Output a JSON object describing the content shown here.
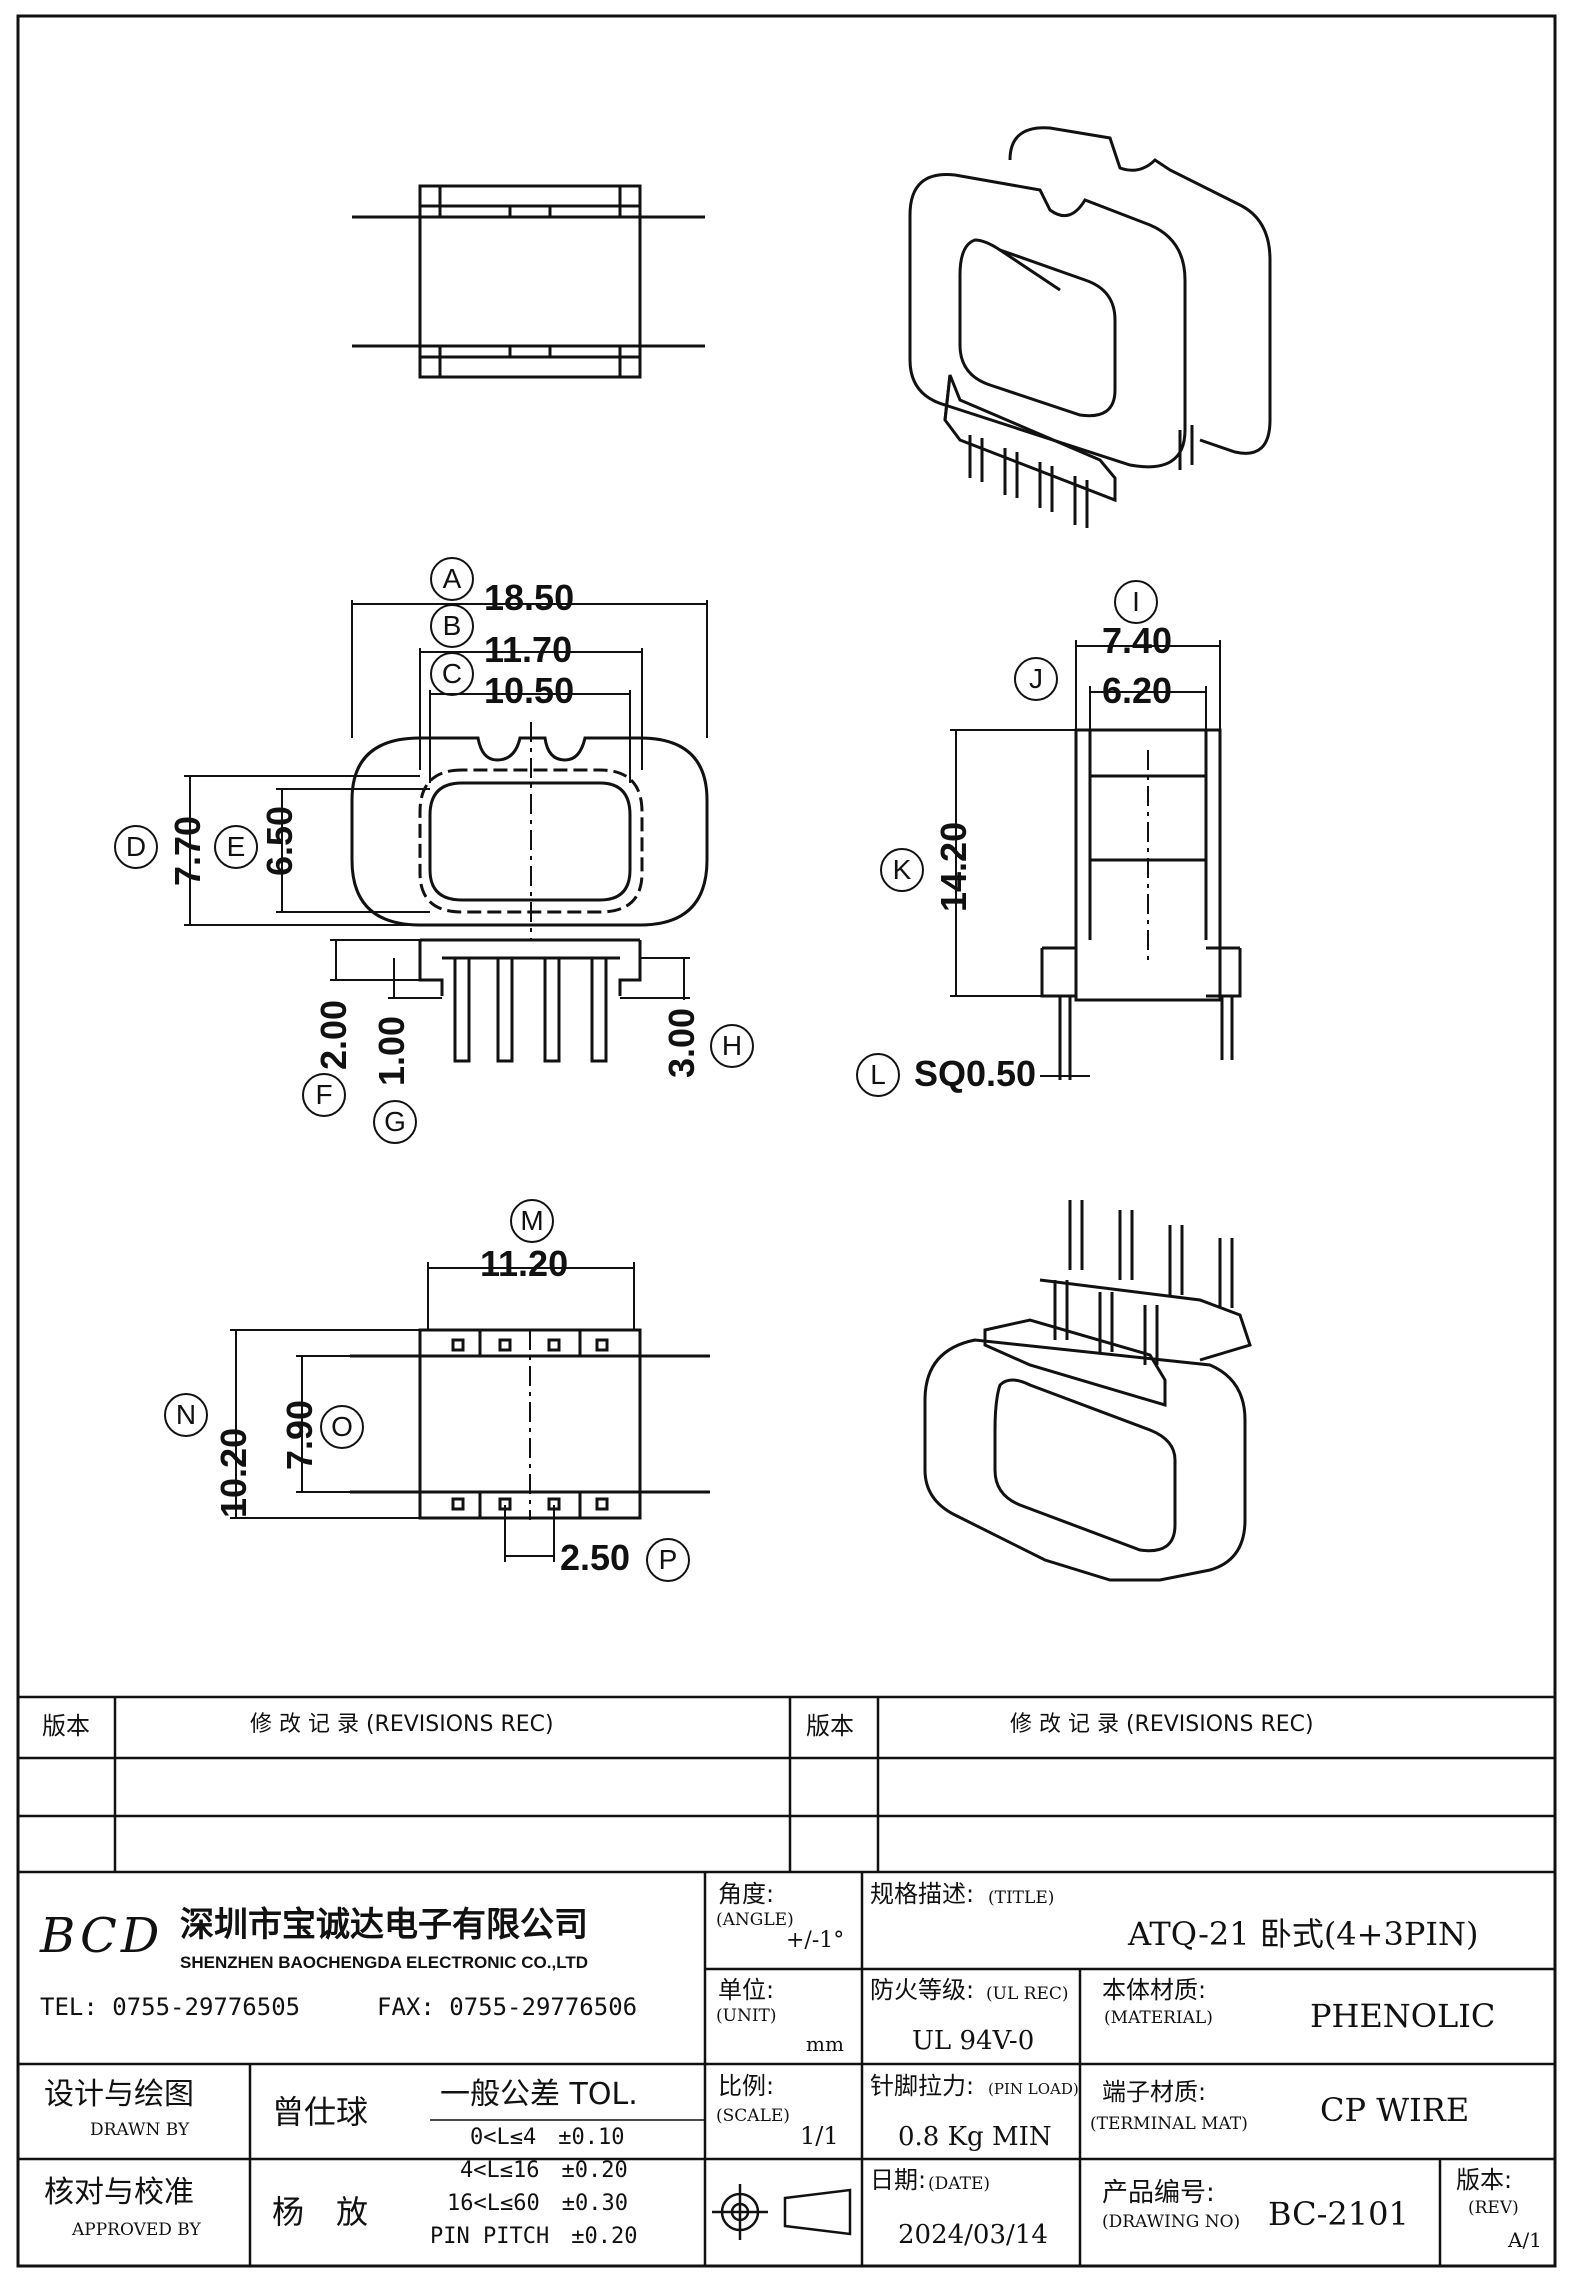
{
  "drawing": {
    "dims": {
      "A": {
        "tag": "A",
        "value": "18.50"
      },
      "B": {
        "tag": "B",
        "value": "11.70"
      },
      "C": {
        "tag": "C",
        "value": "10.50"
      },
      "D": {
        "tag": "D",
        "value": "7.70"
      },
      "E": {
        "tag": "E",
        "value": "6.50"
      },
      "F": {
        "tag": "F",
        "value": "2.00"
      },
      "G": {
        "tag": "G",
        "value": "1.00"
      },
      "H": {
        "tag": "H",
        "value": "3.00"
      },
      "I": {
        "tag": "I",
        "value": "7.40"
      },
      "J": {
        "tag": "J",
        "value": "6.20"
      },
      "K": {
        "tag": "K",
        "value": "14.20"
      },
      "L": {
        "tag": "L",
        "value": "SQ0.50"
      },
      "M": {
        "tag": "M",
        "value": "11.20"
      },
      "N": {
        "tag": "N",
        "value": "10.20"
      },
      "O": {
        "tag": "O",
        "value": "7.90"
      },
      "P": {
        "tag": "P",
        "value": "2.50"
      }
    }
  },
  "revisions": {
    "left_version_label": "版本",
    "left_record_label": "修 改 记 录 (REVISIONS REC)",
    "right_version_label": "版本",
    "right_record_label": "修 改 记 录 (REVISIONS REC)"
  },
  "company": {
    "logo_text": "BCD",
    "name_cn": "深圳市宝诚达电子有限公司",
    "name_en": "SHENZHEN BAOCHENGDA ELECTRONIC CO.,LTD",
    "tel": "TEL: 0755-29776505",
    "fax": "FAX: 0755-29776506"
  },
  "title_block": {
    "angle_label": "角度:",
    "angle_sub": "(ANGLE)",
    "angle_value": "+/-1°",
    "spec_label": "规格描述:",
    "spec_sub": "(TITLE)",
    "spec_value": "ATQ-21 卧式(4+3PIN)",
    "unit_label": "单位:",
    "unit_sub": "(UNIT)",
    "unit_value": "mm",
    "fire_label": "防火等级:",
    "fire_sub": "(UL REC)",
    "fire_value": "UL 94V-0",
    "material_label": "本体材质:",
    "material_sub": "(MATERIAL)",
    "material_value": "PHENOLIC",
    "design_label": "设计与绘图",
    "design_sub": "DRAWN BY",
    "designer": "曾仕球",
    "tol_header": "一般公差 TOL.",
    "tol_rows": [
      {
        "range": "0<L≤4",
        "value": "±0.10"
      },
      {
        "range": "4<L≤16",
        "value": "±0.20"
      },
      {
        "range": "16<L≤60",
        "value": "±0.30"
      },
      {
        "range": "PIN PITCH",
        "value": "±0.20"
      }
    ],
    "scale_label": "比例:",
    "scale_sub": "(SCALE)",
    "scale_value": "1/1",
    "pin_label": "针脚拉力:",
    "pin_sub": "(PIN LOAD)",
    "pin_value": "0.8 Kg MIN",
    "terminal_label": "端子材质:",
    "terminal_sub": "(TERMINAL MAT)",
    "terminal_value": "CP WIRE",
    "check_label": "核对与校准",
    "check_sub": "APPROVED BY",
    "checker": "杨　放",
    "date_label": "日期:",
    "date_sub": "(DATE)",
    "date_value": "2024/03/14",
    "drawing_no_label": "产品编号:",
    "drawing_no_sub": "(DRAWING NO)",
    "drawing_no_value": "BC-2101",
    "rev_label": "版本:",
    "rev_sub": "(REV)",
    "rev_value": "A/1"
  }
}
